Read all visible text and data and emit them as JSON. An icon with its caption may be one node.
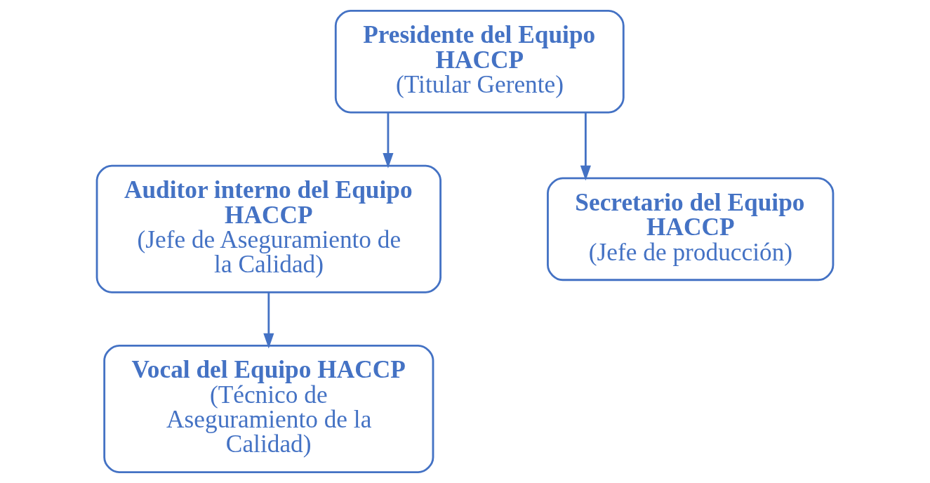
{
  "diagram": {
    "nodes": [
      {
        "text": [
          "Presidente del Equipo HACCP",
          "(Titular Gerente)"
        ]
      },
      {
        "text": [
          "Auditor interno del Equipo HACCP",
          "(Jefe de Aseguramiento de la Calidad)"
        ]
      },
      {
        "text": [
          "Secretario del Equipo HACCP",
          "(Jefe de producción)"
        ]
      },
      {
        "text": [
          "Vocal del Equipo HACCP",
          "(Técnico de Aseguramiento de la Calidad)"
        ]
      }
    ],
    "edges": [
      {
        "from": 0,
        "to": 1,
        "arrow": "to"
      },
      {
        "from": 0,
        "to": 2,
        "arrow": "to"
      },
      {
        "from": 1,
        "to": 3,
        "arrow": "to"
      }
    ]
  }
}
